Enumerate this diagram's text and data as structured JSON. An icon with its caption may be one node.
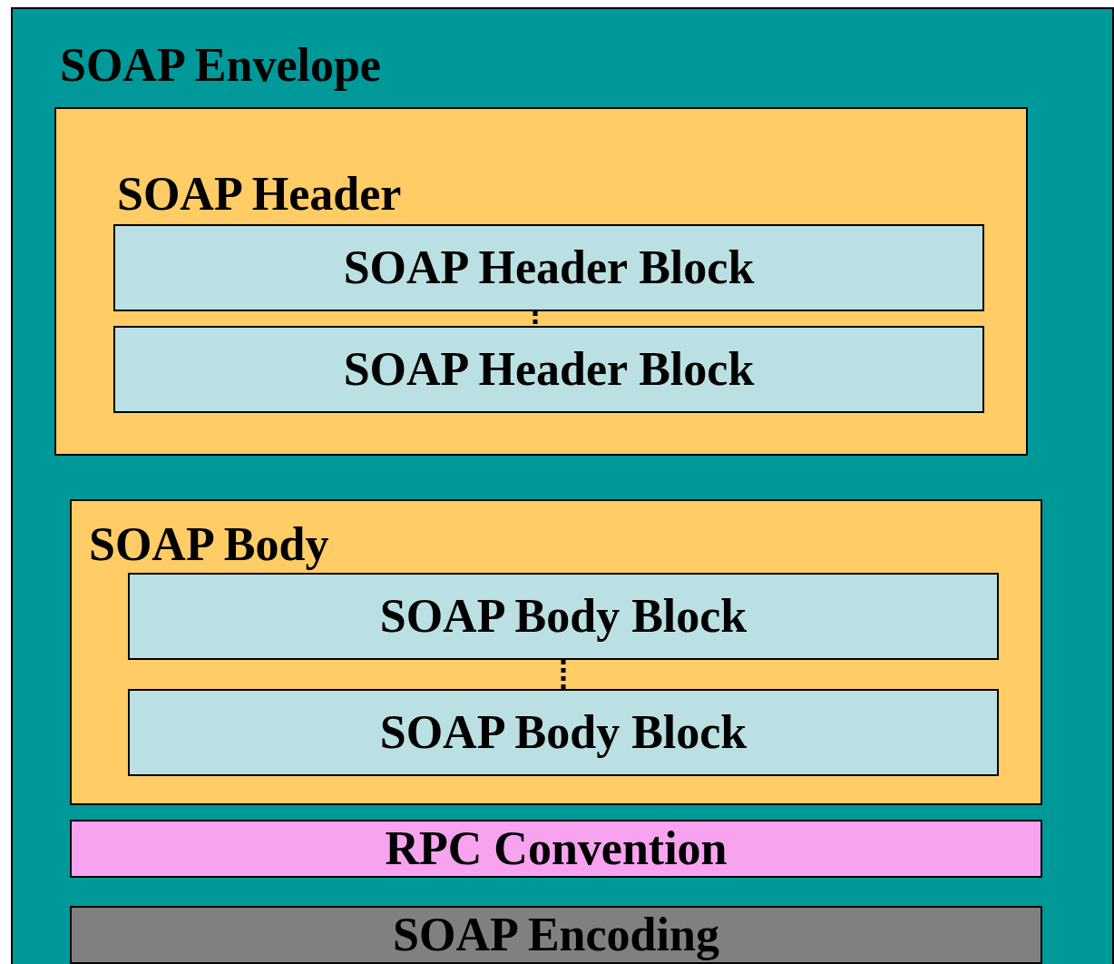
{
  "diagram": {
    "nodes": [
      {
        "text": [
          "SOAP Envelope"
        ]
      },
      {
        "text": [
          "SOAP Header"
        ],
        "in": 0
      },
      {
        "text": [
          "SOAP Header Block"
        ],
        "in": 1
      },
      {
        "text": [
          "SOAP Header Block"
        ],
        "in": 1
      },
      {
        "text": [
          "SOAP Body"
        ],
        "in": 0
      },
      {
        "text": [
          "SOAP Body Block"
        ],
        "in": 4
      },
      {
        "text": [
          "SOAP Body Block"
        ],
        "in": 4
      },
      {
        "text": [
          "RPC Convention"
        ],
        "in": 0
      },
      {
        "text": [
          "SOAP Encoding"
        ],
        "in": 0
      }
    ]
  }
}
